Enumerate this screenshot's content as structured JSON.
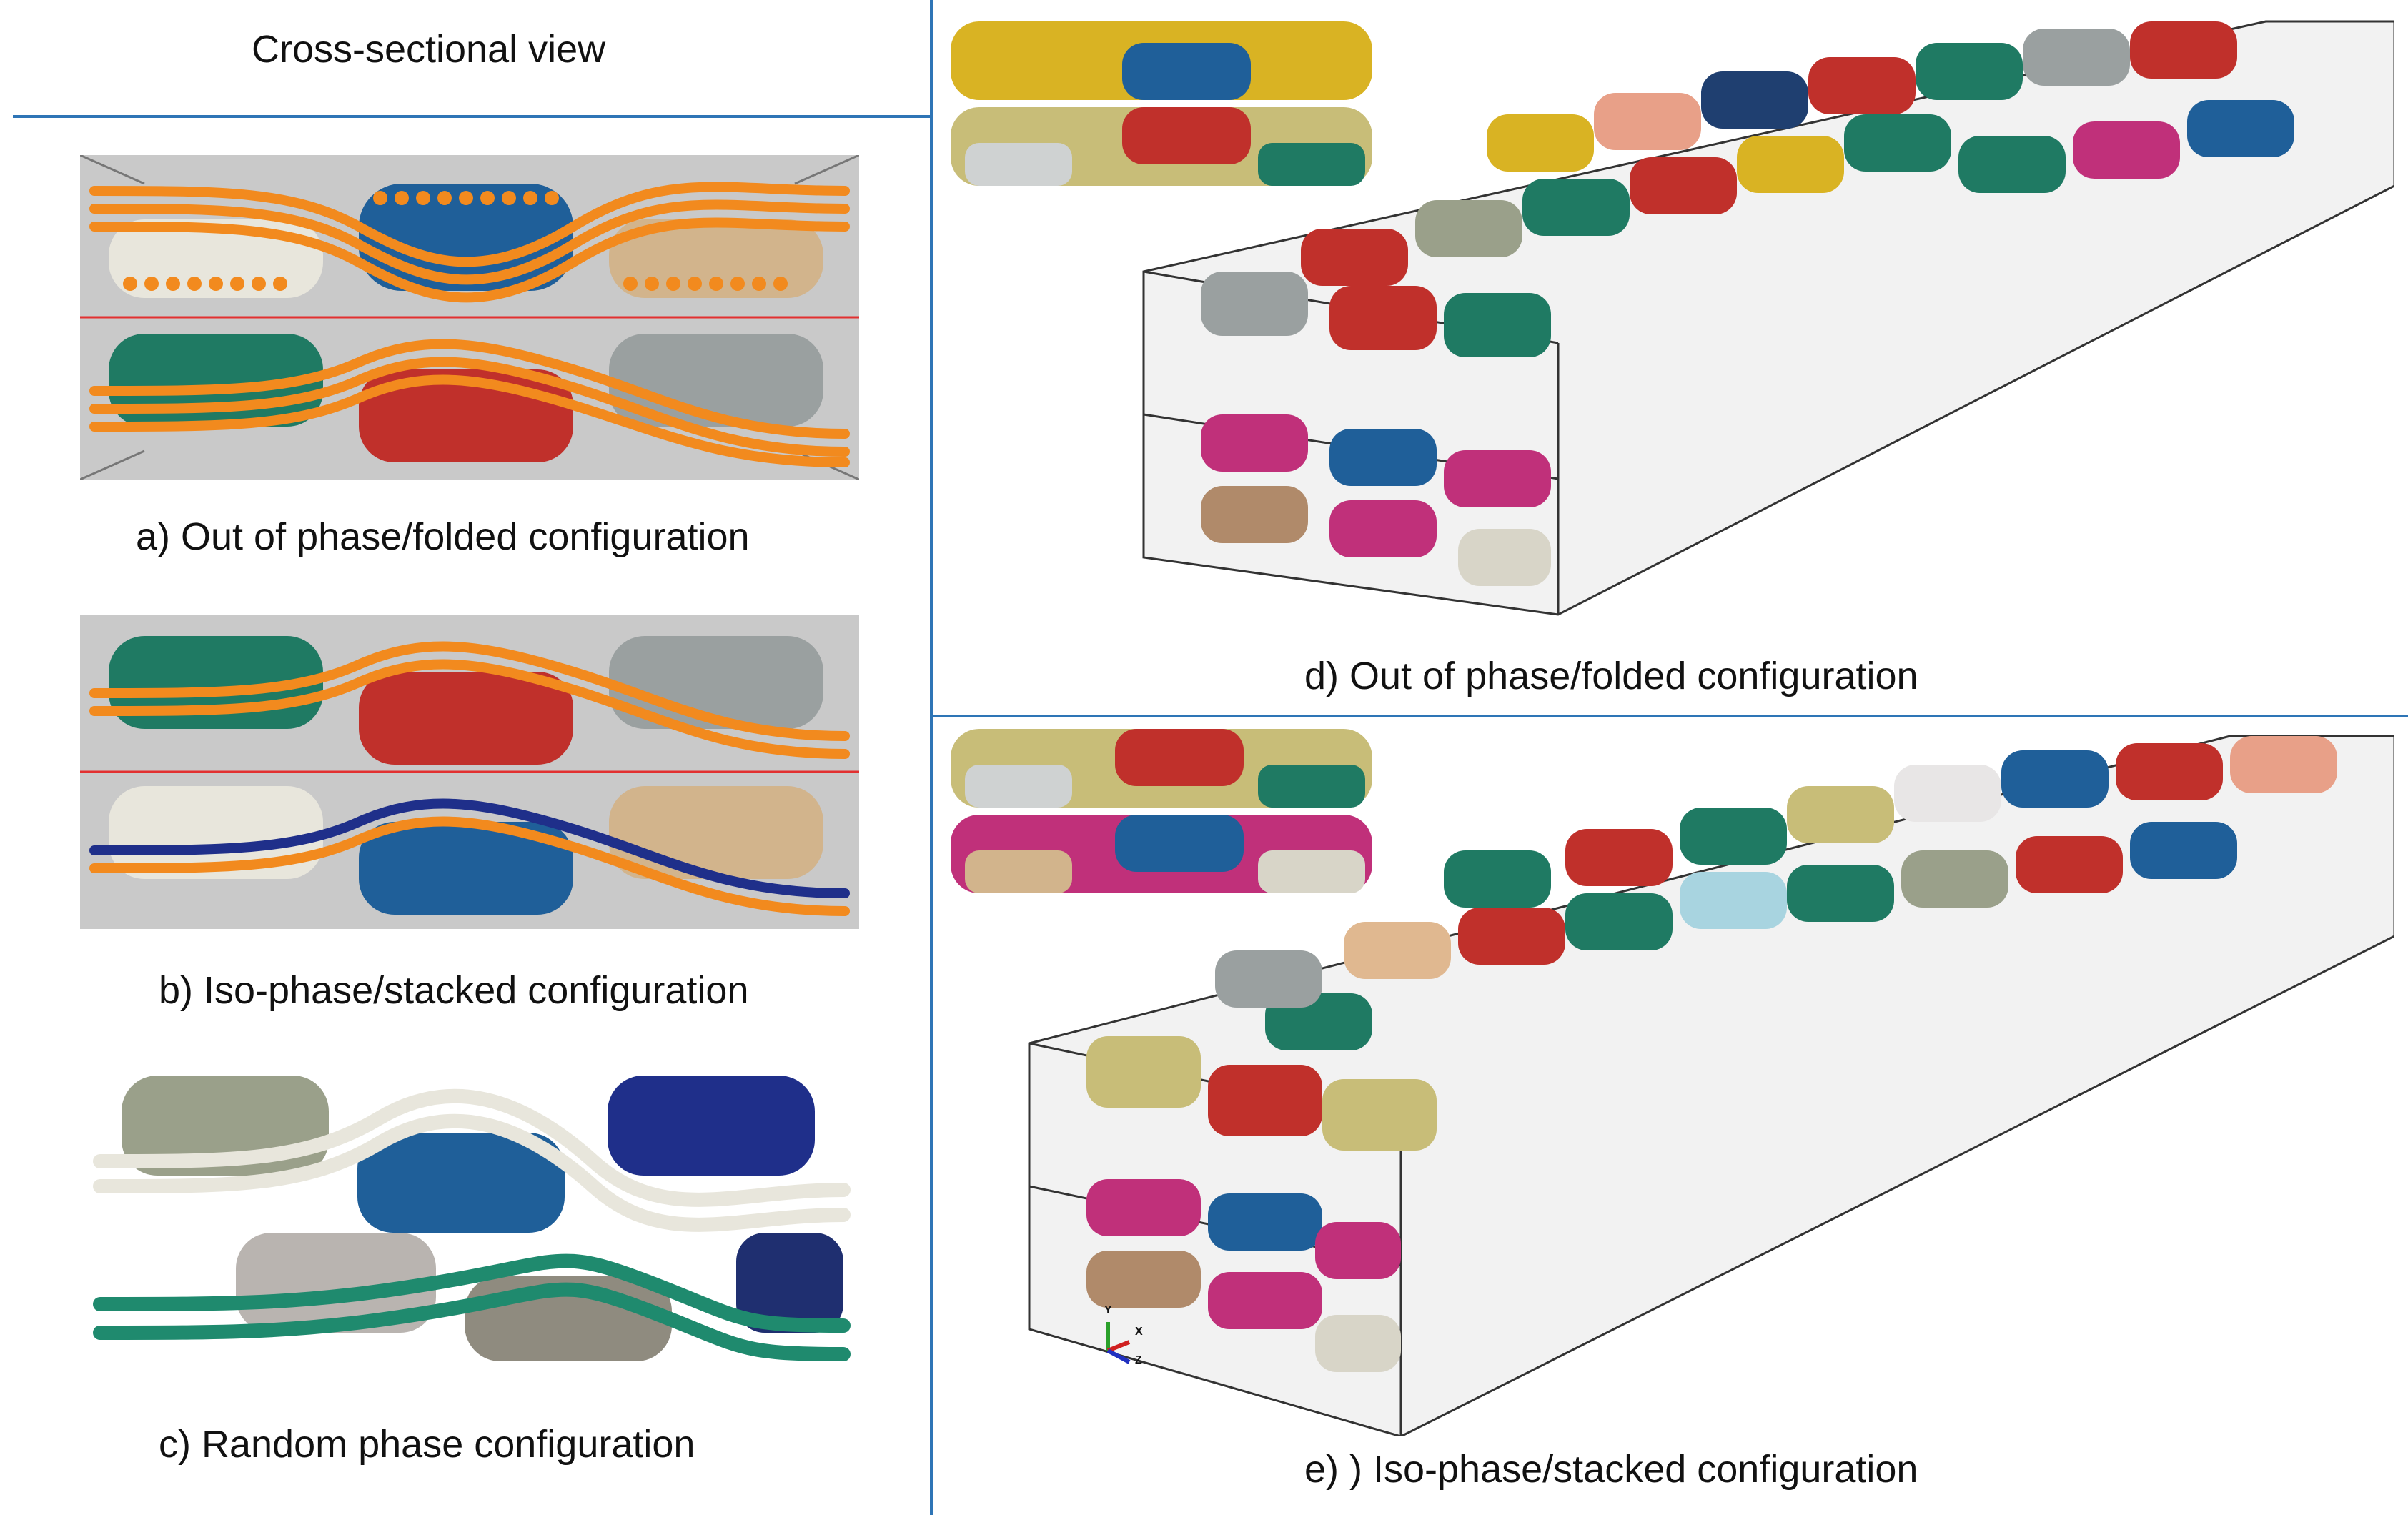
{
  "header": {
    "cross_section_title": "Cross-sectional view"
  },
  "panels": [
    {
      "id": "a",
      "caption": "a) Out of phase/folded configuration"
    },
    {
      "id": "b",
      "caption": "b) Iso-phase/stacked configuration"
    },
    {
      "id": "c",
      "caption": "c) Random phase configuration"
    },
    {
      "id": "d",
      "caption": "d) Out of phase/folded configuration"
    },
    {
      "id": "e",
      "caption": "e) ) Iso-phase/stacked configuration"
    }
  ],
  "triad": {
    "y": "Y",
    "x": "X",
    "z": "Z"
  },
  "colors": {
    "divider": "#2e75b6",
    "warp_orange": "#f28a1e",
    "tow_blue": "#1f5f99",
    "tow_red": "#c0302b",
    "tow_green": "#1f7a63",
    "tow_white": "#e8e6dc",
    "tow_beige": "#d2b48c",
    "tow_olive": "#c8bd78",
    "tow_magenta": "#c0307a",
    "tow_navy": "#1f2f8a",
    "tow_gray": "#9aa0a0",
    "tow_yellow": "#d9b323",
    "background_gray": "#c8c8c8"
  }
}
